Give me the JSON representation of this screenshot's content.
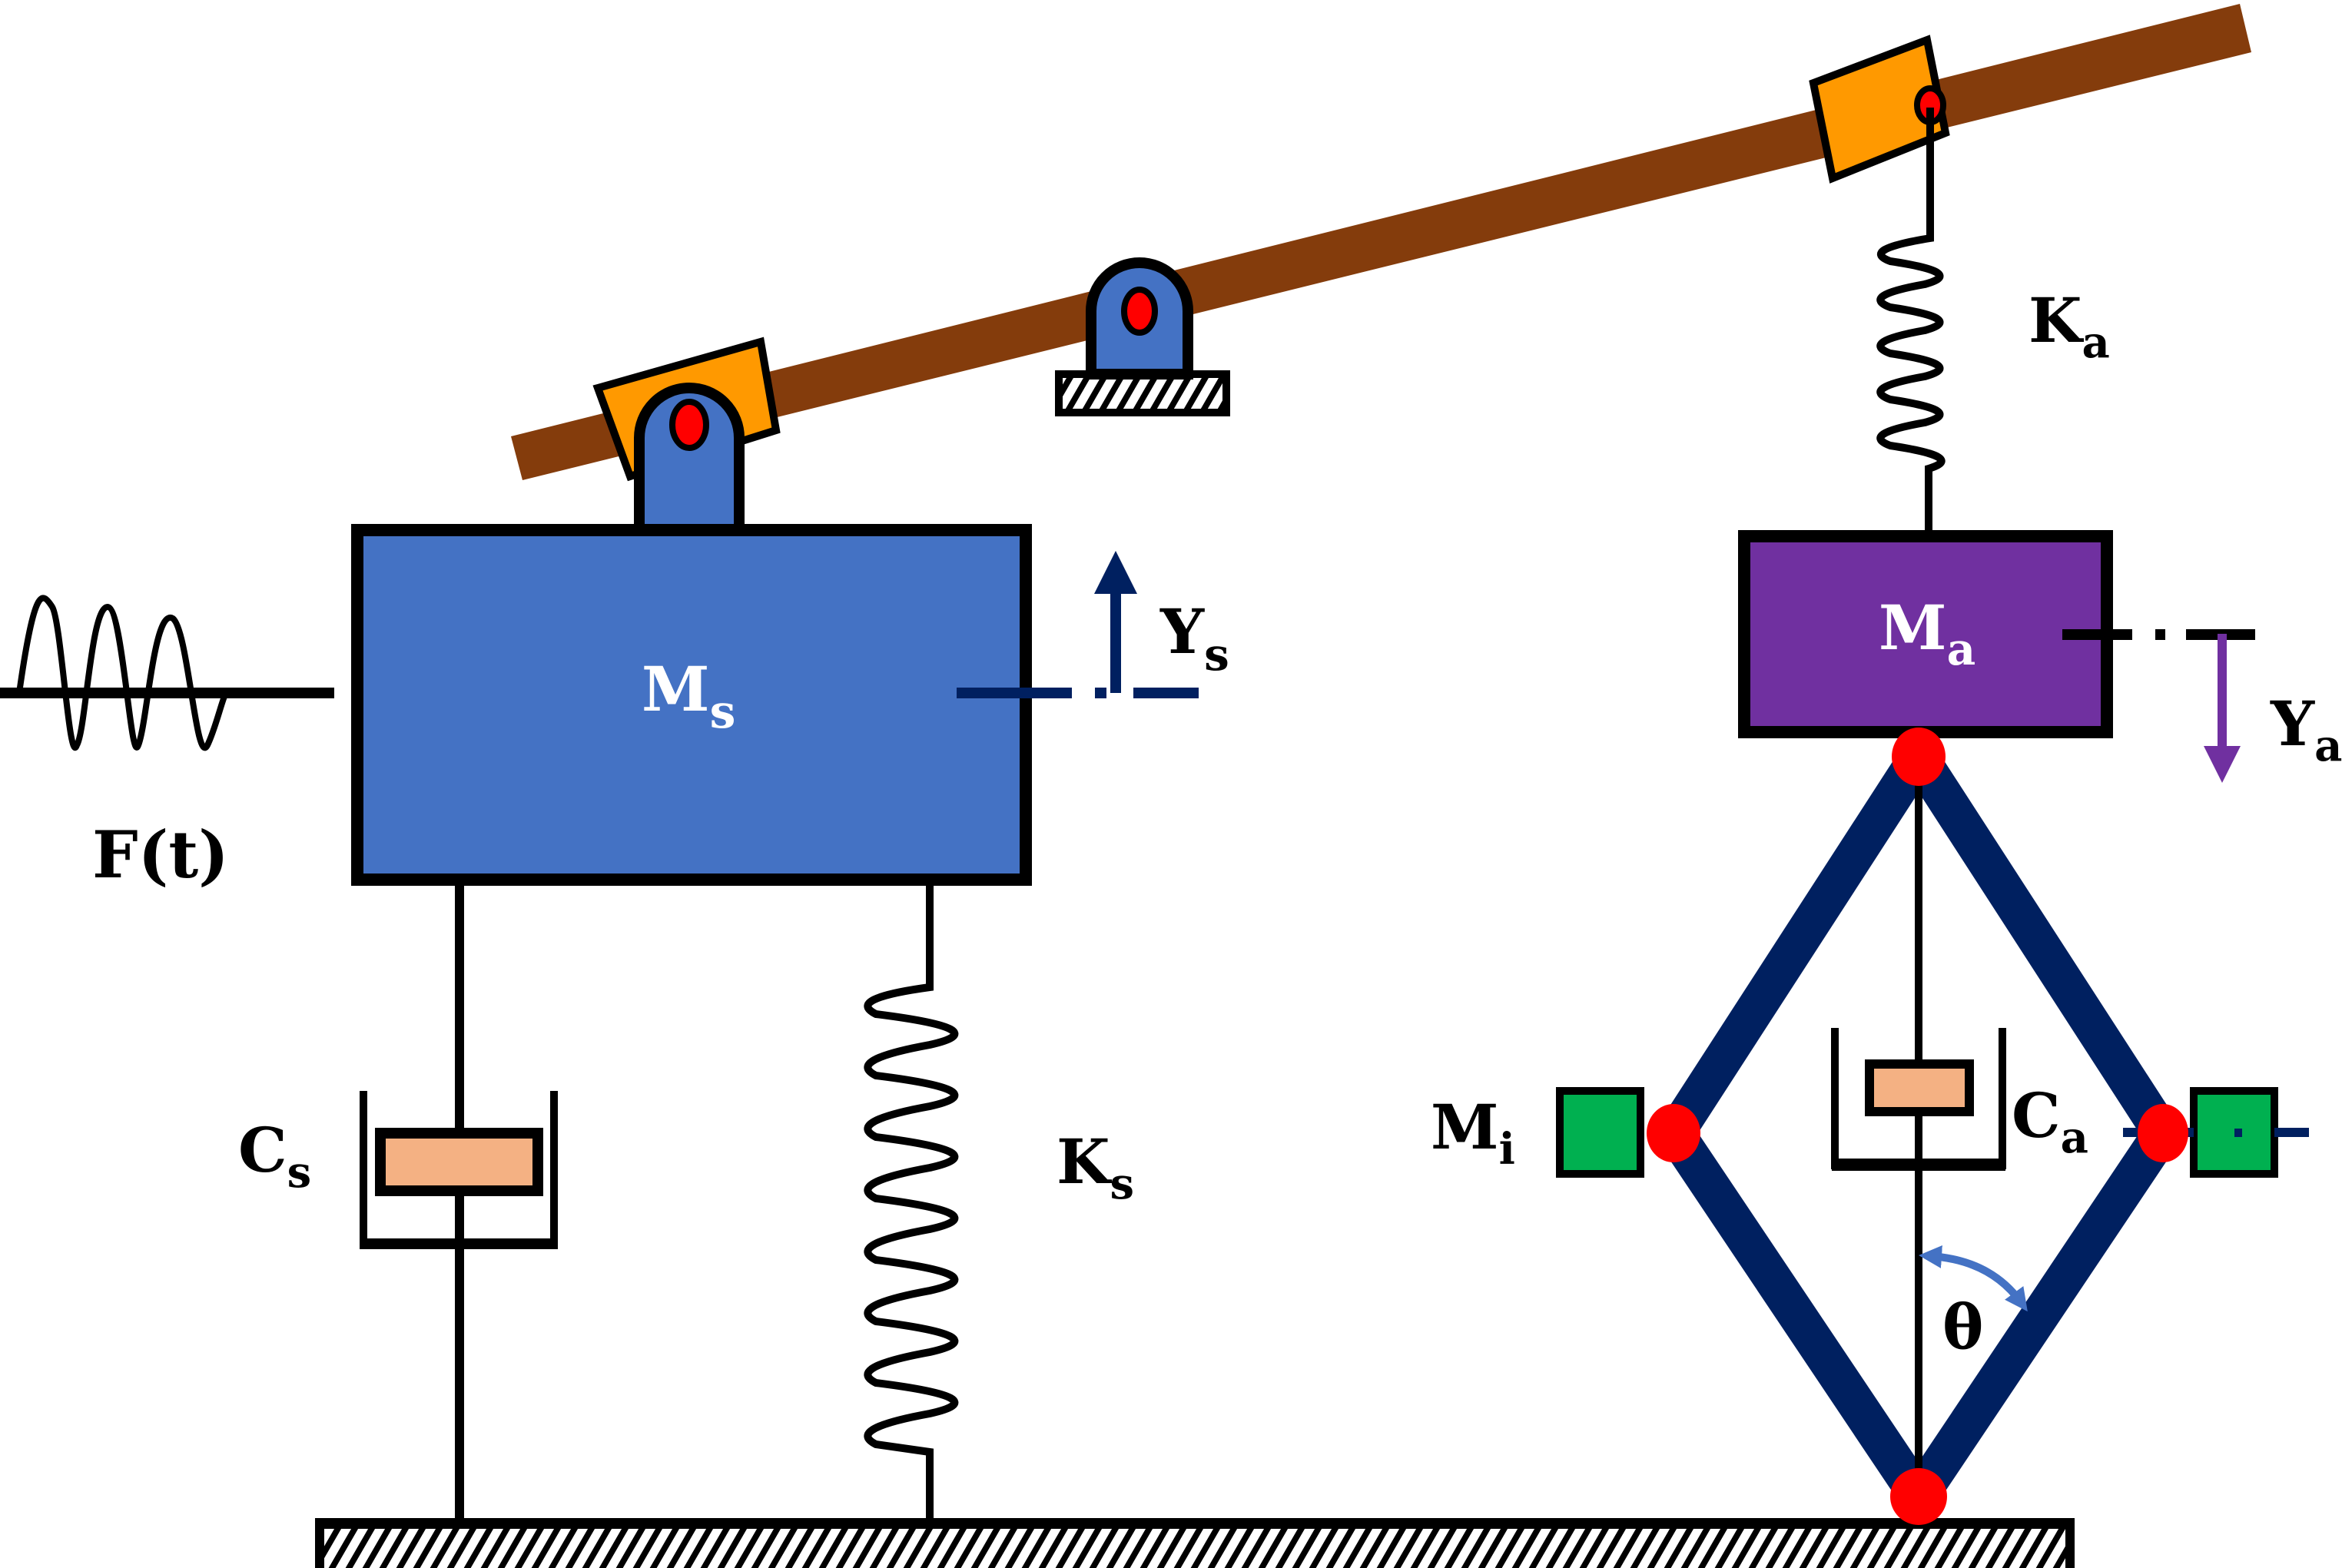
{
  "diagram": {
    "title": "Vibration isolation system with lever-type absorber and inerter-based rhombus mechanism",
    "colors": {
      "primary_mass": "#4472C4",
      "absorber_mass": "#7030A0",
      "lever": "#843C0C",
      "slider": "#FF9900",
      "pin": "#FF0000",
      "linkage": "#002060",
      "inertial_mass": "#00B050",
      "piston": "#F4B183",
      "angle_arrow": "#4472C4",
      "ys_arrow": "#002060",
      "ya_arrow": "#7030A0"
    },
    "labels": {
      "force": "F(t)",
      "primary_mass": {
        "main": "M",
        "sub": "s"
      },
      "absorber_mass": {
        "main": "M",
        "sub": "a"
      },
      "primary_damper": {
        "main": "C",
        "sub": "s"
      },
      "primary_spring": {
        "main": "K",
        "sub": "s"
      },
      "absorber_spring": {
        "main": "K",
        "sub": "a"
      },
      "absorber_damper": {
        "main": "C",
        "sub": "a"
      },
      "inertial_mass": {
        "main": "M",
        "sub": "i"
      },
      "primary_displacement": {
        "main": "Y",
        "sub": "s"
      },
      "absorber_displacement": {
        "main": "Y",
        "sub": "a"
      },
      "angle": "θ"
    }
  }
}
